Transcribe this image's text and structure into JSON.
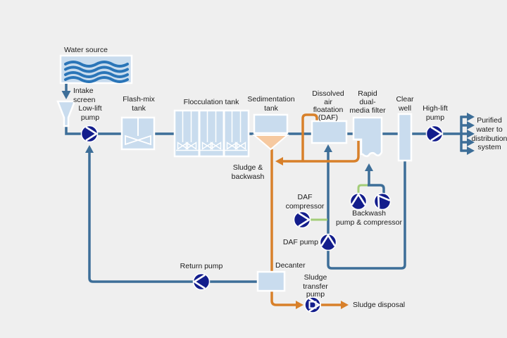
{
  "diagram": "water-treatment-process-flow",
  "colors": {
    "background": "#efefef",
    "pipe_blue": "#3d6e98",
    "pipe_orange": "#d8802a",
    "pipe_green": "#a3cd78",
    "pump_navy": "#131d8c",
    "tank_blue": "#c9dcee",
    "funnel_orange": "#f6c9a0",
    "wave_blue": "#2a75b8",
    "text": "#1c1c1c"
  },
  "icons": {
    "pump": "navy-circle-with-white-chevron",
    "compressor": "navy-circle-with-white-chevron",
    "transfer_pump": "navy-circle-with-white-square-and-chevron",
    "water_source": "box-with-four-wave-lines",
    "intake_screen": "funnel-shape",
    "mixer": "shaft-with-bowtie-impeller"
  },
  "labels": {
    "water_source": [
      "Water source"
    ],
    "intake_screen": [
      "Intake",
      "screen"
    ],
    "low_lift_pump": [
      "Low-lift",
      "pump"
    ],
    "flash_mix_tank": [
      "Flash-mix",
      "tank"
    ],
    "flocculation_tank": [
      "Flocculation tank"
    ],
    "sedimentation_tank": [
      "Sedimentation",
      "tank"
    ],
    "sludge_backwash": [
      "Sludge &",
      "backwash"
    ],
    "daf": [
      "Dissolved",
      "air",
      "floatation",
      "(DAF)"
    ],
    "rapid_filter": [
      "Rapid",
      "dual-",
      "media filter"
    ],
    "clear_well": [
      "Clear",
      "well"
    ],
    "high_lift_pump": [
      "High-lift",
      "pump"
    ],
    "purified": [
      "Purified",
      "water to",
      "distribution",
      "system"
    ],
    "daf_compressor": [
      "DAF",
      "compressor"
    ],
    "daf_pump": [
      "DAF pump"
    ],
    "backwash": [
      "Backwash",
      "pump & compressor"
    ],
    "return_pump": [
      "Return pump"
    ],
    "decanter": [
      "Decanter"
    ],
    "sludge_transfer_pump": [
      "Sludge",
      "transfer",
      "pump"
    ],
    "sludge_disposal": [
      "Sludge disposal"
    ]
  }
}
